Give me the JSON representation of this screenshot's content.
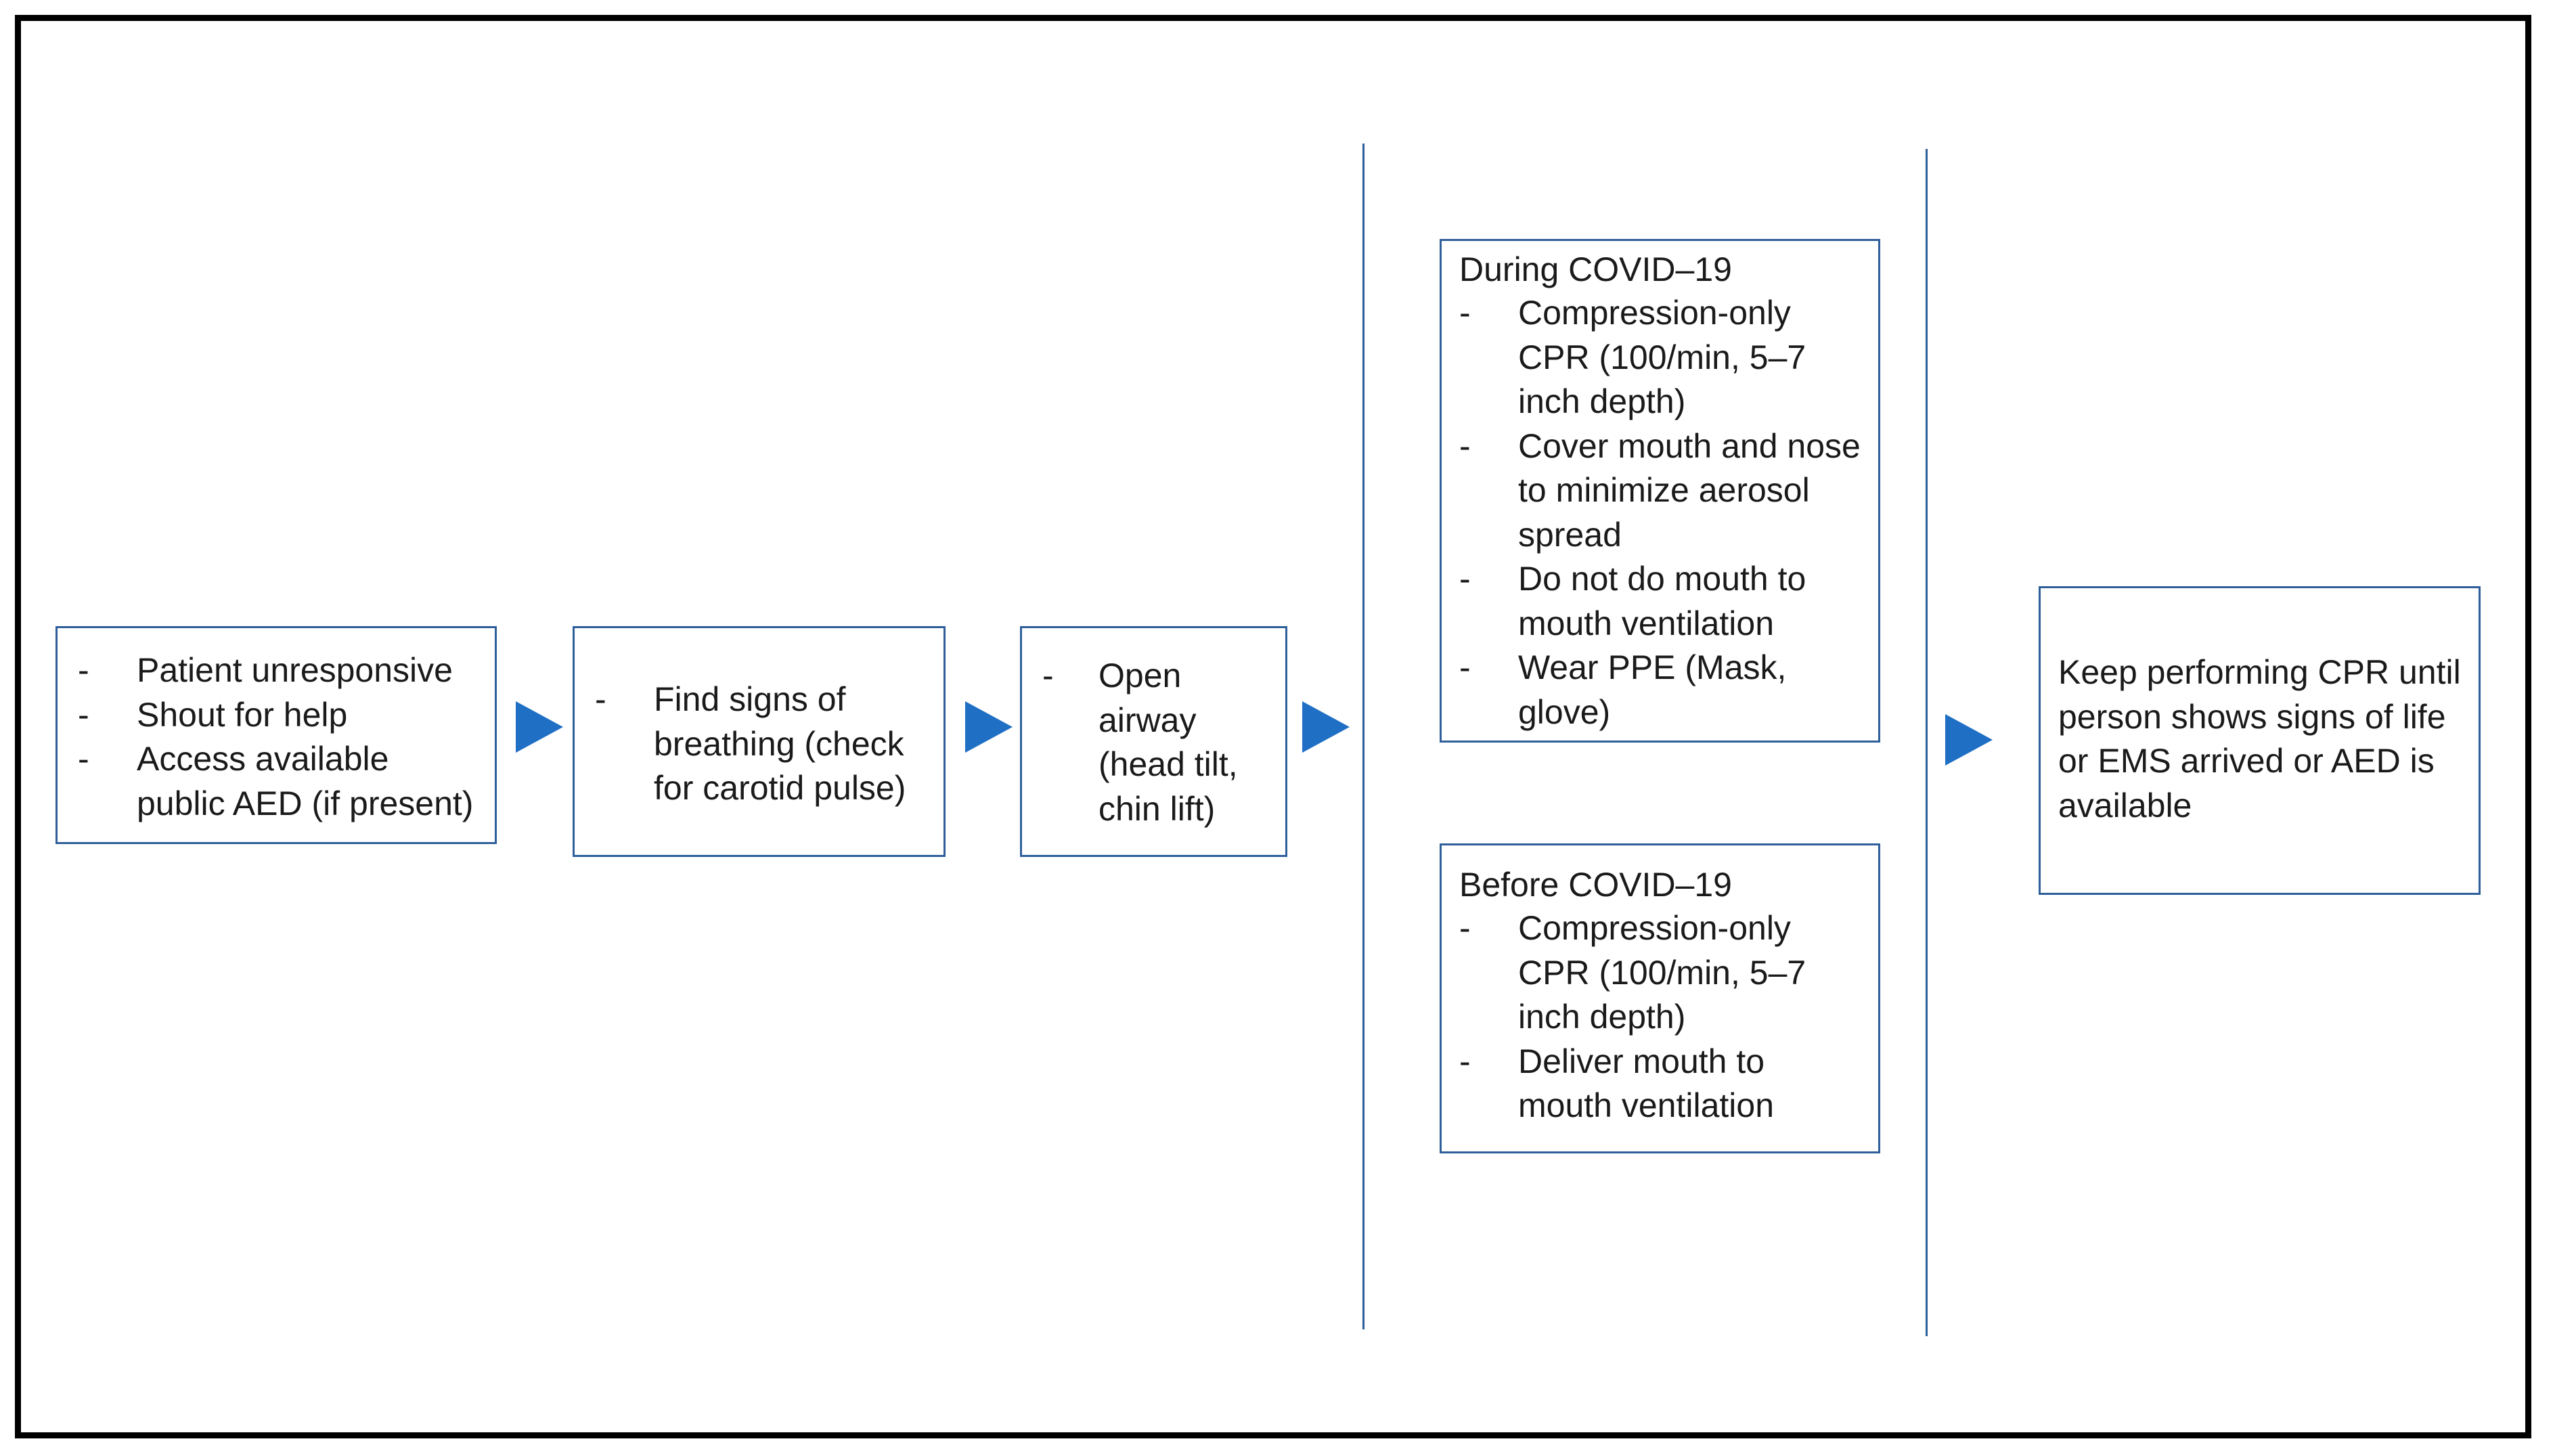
{
  "box1": {
    "items": [
      "Patient unresponsive",
      "Shout for help",
      "Access available public AED (if present)"
    ]
  },
  "box2": {
    "items": [
      "Find signs of breathing (check for carotid pulse)"
    ]
  },
  "box3": {
    "items": [
      "Open airway (head tilt, chin lift)"
    ]
  },
  "during": {
    "title": "During COVID–19",
    "items": [
      "Compression-only CPR (100/min, 5–7 inch depth)",
      "Cover mouth and nose to minimize aerosol spread",
      "Do not do mouth to mouth ventilation",
      "Wear PPE (Mask, glove)"
    ]
  },
  "before": {
    "title": "Before COVID–19",
    "items": [
      "Compression-only CPR (100/min, 5–7 inch depth)",
      "Deliver mouth to mouth ventilation"
    ]
  },
  "final": {
    "text": "Keep performing CPR until person shows signs of life or EMS arrived or AED is available"
  },
  "bullet_marker": "-",
  "colors": {
    "box_border": "#2e5f9a",
    "arrow": "#1f6fc4",
    "frame": "#000000"
  }
}
